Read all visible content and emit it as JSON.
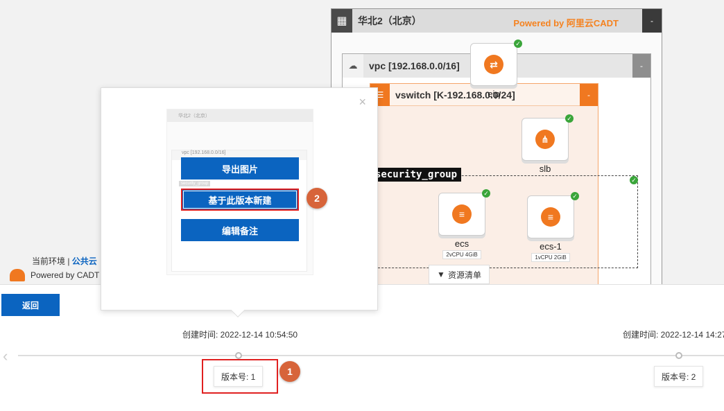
{
  "region": {
    "title": "华北2（北京）",
    "brand": "Powered by 阿里云CADT",
    "minimize": "-"
  },
  "vpc": {
    "title": "vpc [192.168.0.0/16]",
    "minimize": "-"
  },
  "vswitch": {
    "title": "vswitch [K-192.168.0.0/24]",
    "minimize": "-"
  },
  "security_group": {
    "label": "security_group"
  },
  "nodes": {
    "eip": {
      "label": "eip"
    },
    "slb": {
      "label": "slb"
    },
    "ecs": {
      "label": "ecs",
      "spec": "2vCPU  4GiB"
    },
    "ecs1": {
      "label": "ecs-1",
      "spec": "1vCPU  2GiB"
    }
  },
  "env": {
    "prefix": "当前环境 | ",
    "value": "公共云"
  },
  "powered": "Powered by CADT",
  "resource_list": "资源清单",
  "popup": {
    "export_image": "导出图片",
    "create_from_version": "基于此版本新建",
    "edit_notes": "编辑备注",
    "close": "×",
    "thumb_region": "华北2（北京）",
    "thumb_vpc": "vpc [192.168.0.0/16]",
    "thumb_sg": "security_group"
  },
  "bottom": {
    "back": "返回",
    "versions": [
      {
        "created": "创建时间: 2022-12-14 10:54:50",
        "label": "版本号: 1"
      },
      {
        "created": "创建时间: 2022-12-14 14:27",
        "label": "版本号: 2"
      }
    ]
  },
  "steps": {
    "one": "1",
    "two": "2"
  },
  "colors": {
    "accent": "#0b64c0",
    "orange": "#f07820",
    "highlight": "#e02020",
    "step": "#d7643a"
  }
}
